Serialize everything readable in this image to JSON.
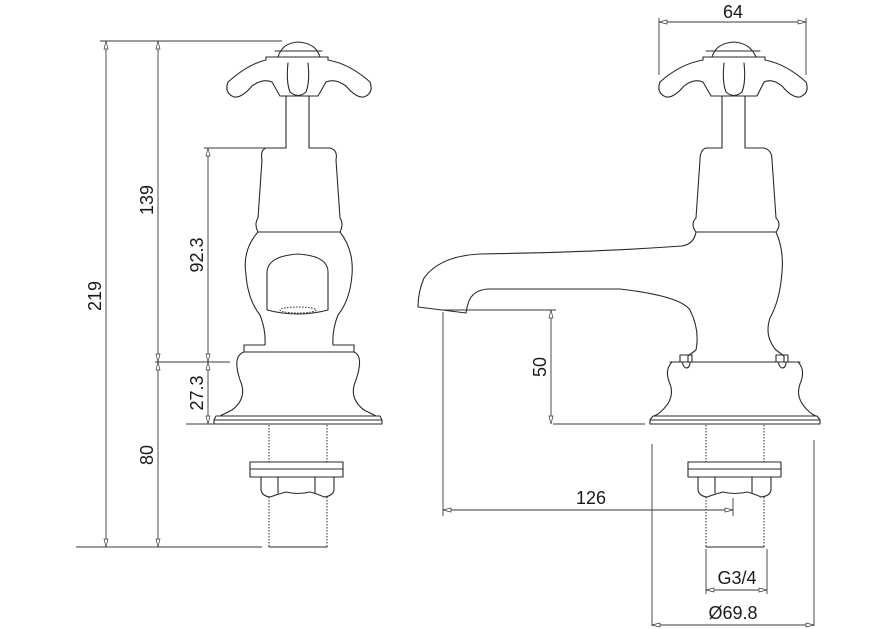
{
  "drawing": {
    "title": "Cross-head basin tap technical drawing",
    "views": [
      "front-view",
      "side-view"
    ],
    "line_color": "#2a2a2a",
    "background": "#ffffff"
  },
  "dimensions": {
    "overall_height": "219",
    "handle_top_to_base": "139",
    "body_height": "92.3",
    "base_height": "27.3",
    "shank_length": "80",
    "handle_width": "64",
    "spout_height": "50",
    "spout_projection": "126",
    "thread_size": "G3/4",
    "base_diameter": "Ø69.8"
  }
}
